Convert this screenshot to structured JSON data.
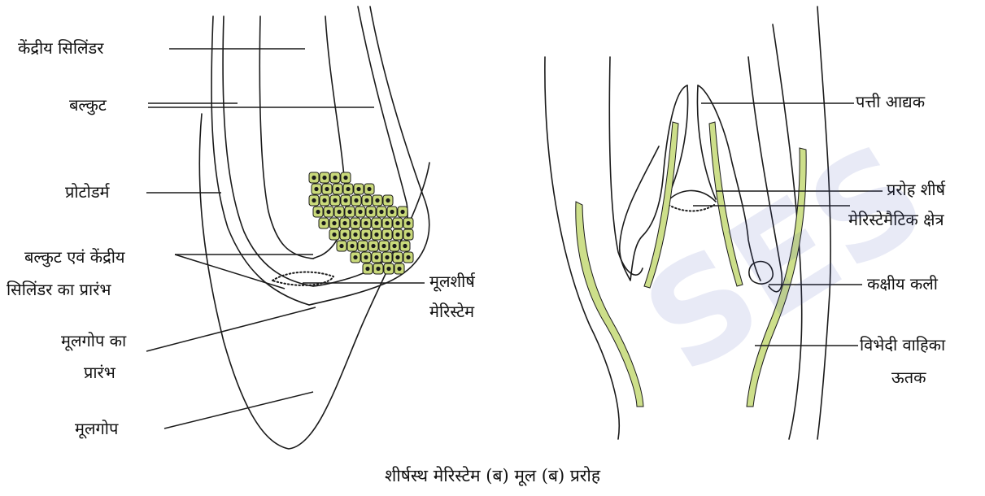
{
  "colors": {
    "line": "#1a1a1a",
    "cell_fill": "#c9d97a",
    "cell_nucleus": "#1a1a1a",
    "vascular_strand": "#cddf8a",
    "watermark": "#3f51b5"
  },
  "root_labels": {
    "central_cylinder": "केंद्रीय सिलिंडर",
    "cortex": "बल्कुट",
    "protoderm": "प्रोटोडर्म",
    "cortex_start_line1": "बल्कुट एवं केंद्रीय",
    "cortex_start_line2": "सिलिंडर का प्रारंभ",
    "root_apical_meristem_line1": "मूलशीर्ष",
    "root_apical_meristem_line2": "मेरिस्टेम",
    "root_cap_start_line1": "मूलगोप का",
    "root_cap_start_line2": "प्रारंभ",
    "root_cap": "मूलगोप"
  },
  "shoot_labels": {
    "leaf_primordium": "पत्ती आद्यक",
    "shoot_apex": "प्ररोह शीर्ष",
    "meristematic_zone": "मेरिस्टेमैटिक क्षेत्र",
    "axillary_bud": "कक्षीय कली",
    "vascular_tissue_line1": "विभेदी वाहिका",
    "vascular_tissue_line2": "ऊतक"
  },
  "caption": "शीर्षस्थ मेरिस्टेम (ब) मूल (ब) प्ररोह",
  "watermark_text": "SES"
}
